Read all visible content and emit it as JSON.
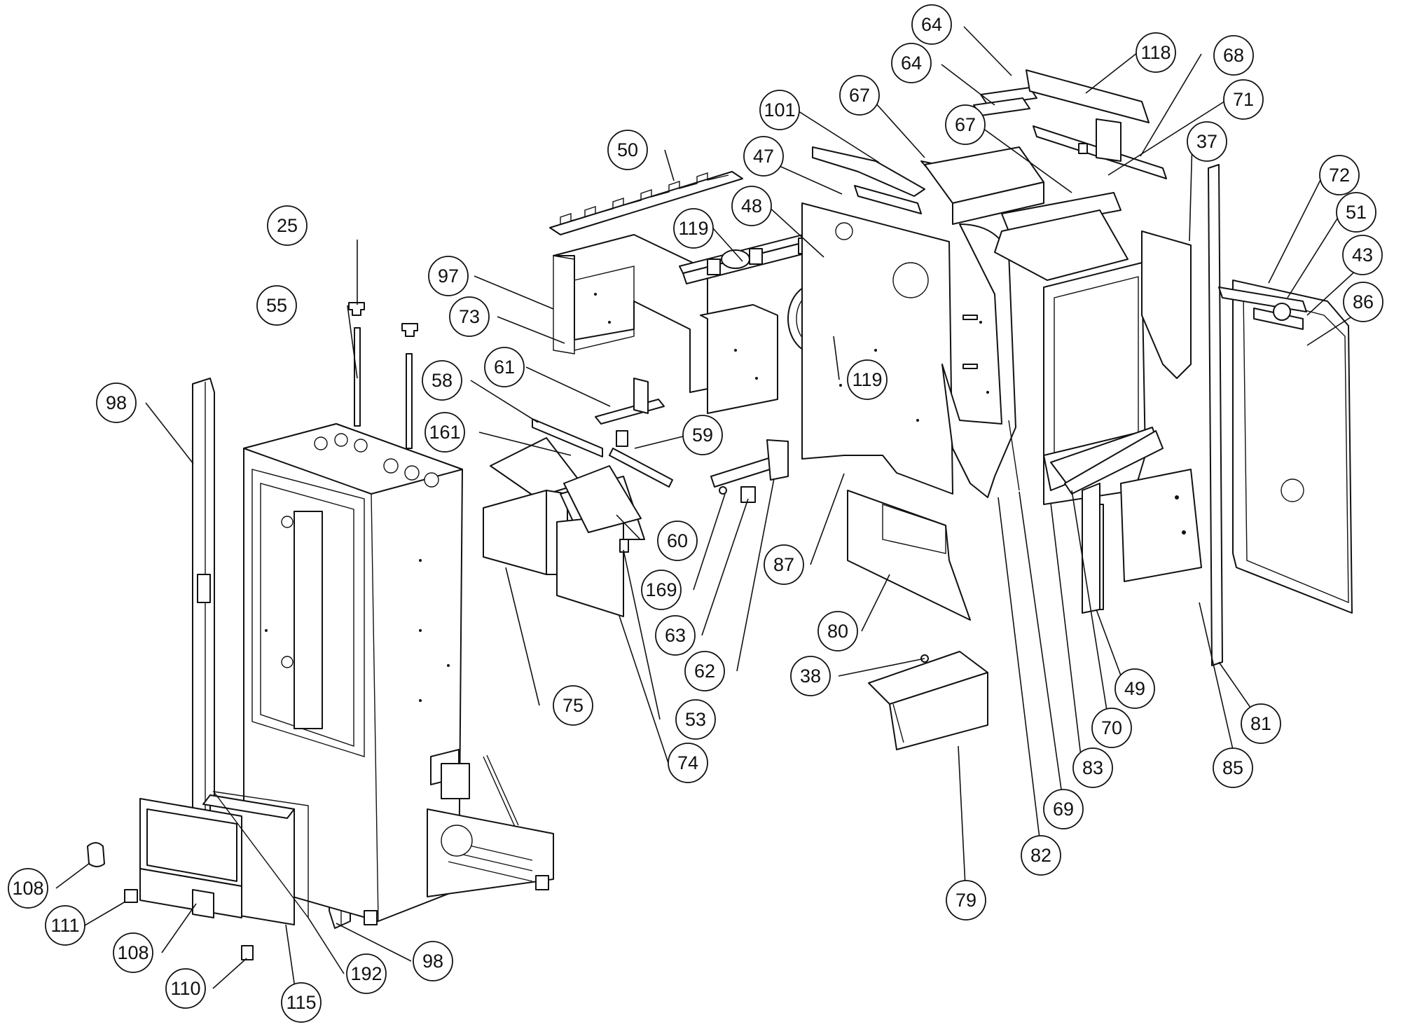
{
  "callouts": [
    {
      "id": "c-64a",
      "label": "64"
    },
    {
      "id": "c-64b",
      "label": "64"
    },
    {
      "id": "c-118",
      "label": "118"
    },
    {
      "id": "c-68",
      "label": "68"
    },
    {
      "id": "c-67a",
      "label": "67"
    },
    {
      "id": "c-67b",
      "label": "67"
    },
    {
      "id": "c-101",
      "label": "101"
    },
    {
      "id": "c-71",
      "label": "71"
    },
    {
      "id": "c-37",
      "label": "37"
    },
    {
      "id": "c-50",
      "label": "50"
    },
    {
      "id": "c-47",
      "label": "47"
    },
    {
      "id": "c-48",
      "label": "48"
    },
    {
      "id": "c-119a",
      "label": "119"
    },
    {
      "id": "c-72",
      "label": "72"
    },
    {
      "id": "c-51",
      "label": "51"
    },
    {
      "id": "c-43",
      "label": "43"
    },
    {
      "id": "c-86",
      "label": "86"
    },
    {
      "id": "c-25",
      "label": "25"
    },
    {
      "id": "c-97",
      "label": "97"
    },
    {
      "id": "c-55",
      "label": "55"
    },
    {
      "id": "c-73",
      "label": "73"
    },
    {
      "id": "c-119b",
      "label": "119"
    },
    {
      "id": "c-61",
      "label": "61"
    },
    {
      "id": "c-58",
      "label": "58"
    },
    {
      "id": "c-98a",
      "label": "98"
    },
    {
      "id": "c-161",
      "label": "161"
    },
    {
      "id": "c-59",
      "label": "59"
    },
    {
      "id": "c-60",
      "label": "60"
    },
    {
      "id": "c-87",
      "label": "87"
    },
    {
      "id": "c-169",
      "label": "169"
    },
    {
      "id": "c-80",
      "label": "80"
    },
    {
      "id": "c-63",
      "label": "63"
    },
    {
      "id": "c-62",
      "label": "62"
    },
    {
      "id": "c-38",
      "label": "38"
    },
    {
      "id": "c-49",
      "label": "49"
    },
    {
      "id": "c-75",
      "label": "75"
    },
    {
      "id": "c-53",
      "label": "53"
    },
    {
      "id": "c-81",
      "label": "81"
    },
    {
      "id": "c-70",
      "label": "70"
    },
    {
      "id": "c-74",
      "label": "74"
    },
    {
      "id": "c-83",
      "label": "83"
    },
    {
      "id": "c-85",
      "label": "85"
    },
    {
      "id": "c-69",
      "label": "69"
    },
    {
      "id": "c-82",
      "label": "82"
    },
    {
      "id": "c-108a",
      "label": "108"
    },
    {
      "id": "c-79",
      "label": "79"
    },
    {
      "id": "c-111",
      "label": "111"
    },
    {
      "id": "c-108b",
      "label": "108"
    },
    {
      "id": "c-98b",
      "label": "98"
    },
    {
      "id": "c-192",
      "label": "192"
    },
    {
      "id": "c-110",
      "label": "110"
    },
    {
      "id": "c-115",
      "label": "115"
    }
  ]
}
